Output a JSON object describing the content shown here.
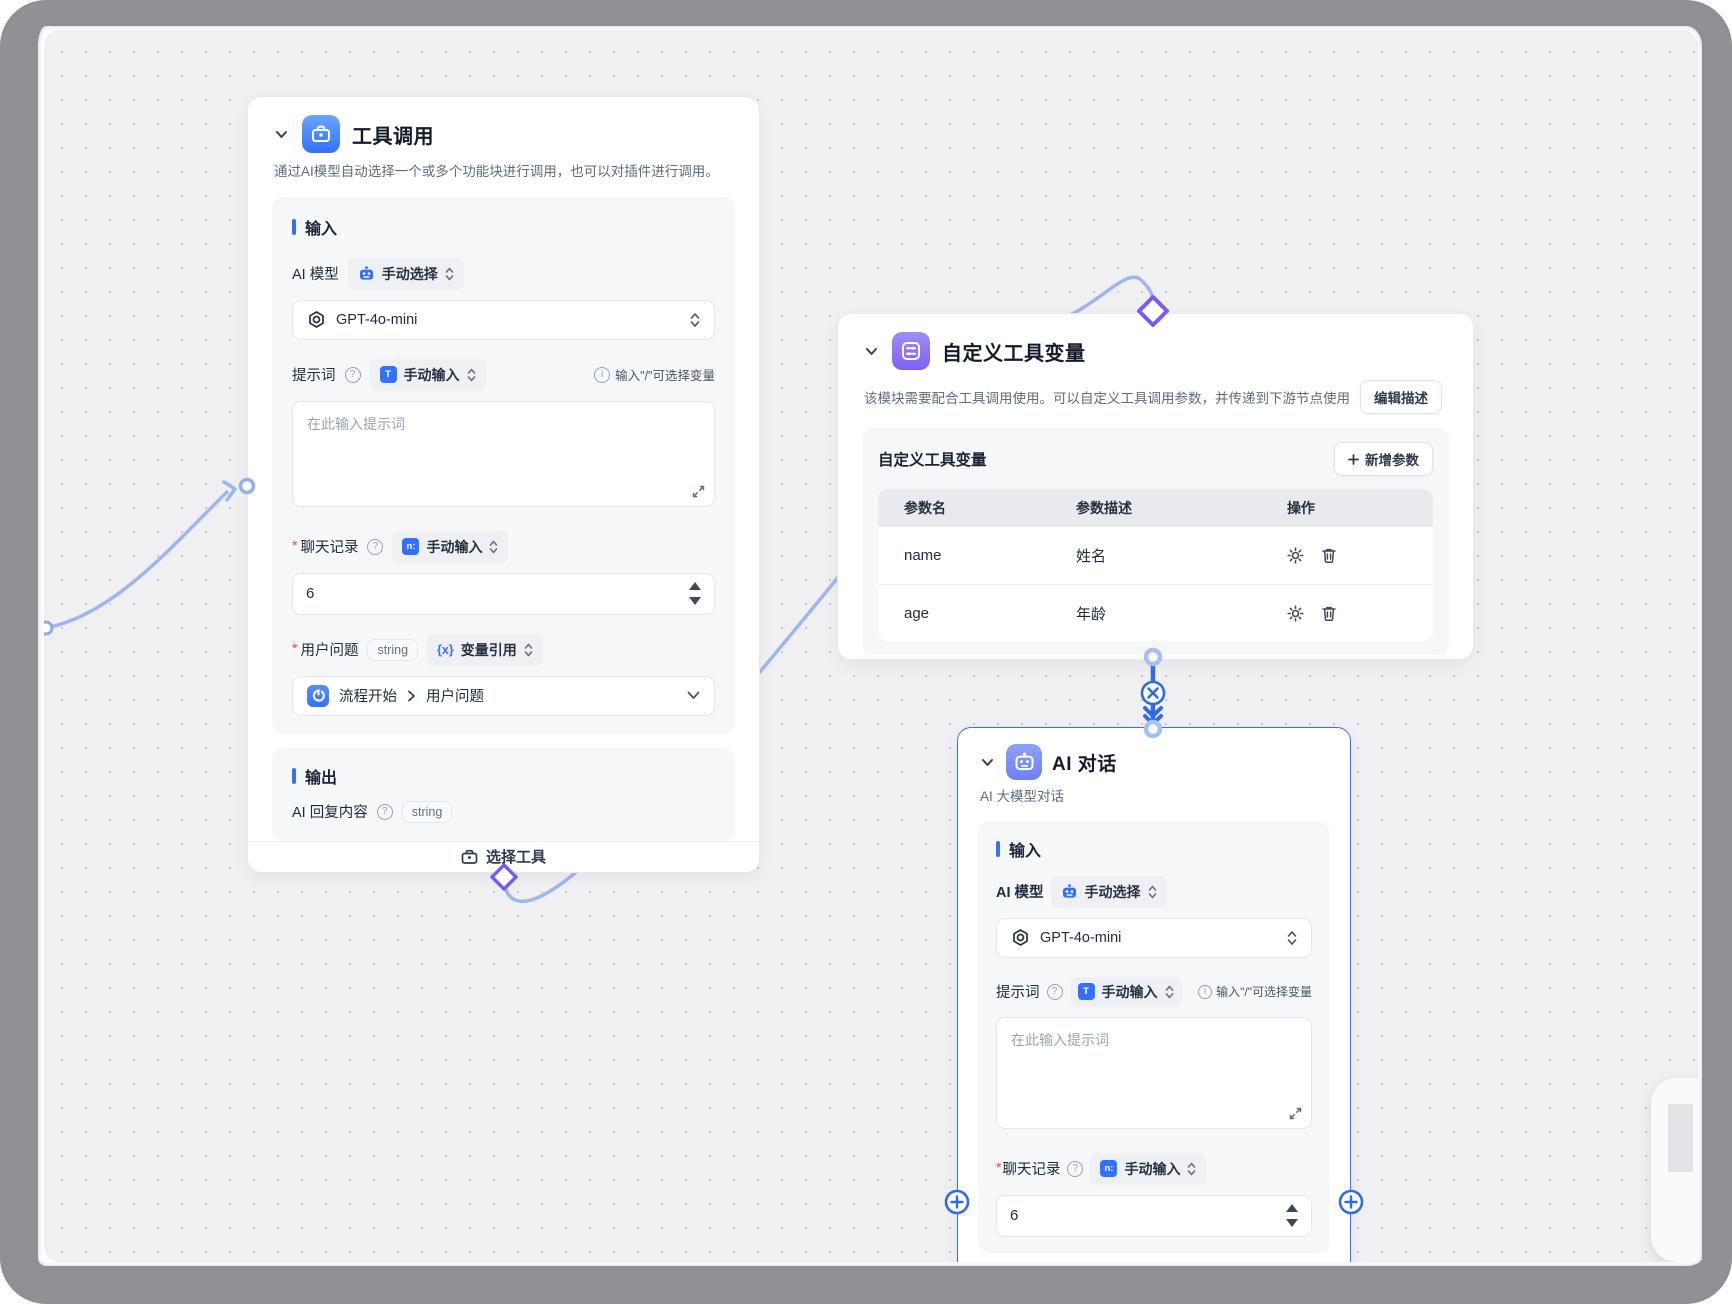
{
  "nodes": {
    "tool_call": {
      "title": "工具调用",
      "description": "通过AI模型自动选择一个或多个功能块进行调用，也可以对插件进行调用。",
      "sections": {
        "input": "输入",
        "output": "输出"
      },
      "model": {
        "label": "AI 模型",
        "mode": "手动选择",
        "value": "GPT-4o-mini"
      },
      "prompt": {
        "label": "提示词",
        "mode": "手动输入",
        "hint": "输入\"/\"可选择变量",
        "placeholder": "在此输入提示词"
      },
      "history": {
        "required_mark": "*",
        "label": "聊天记录",
        "mode": "手动输入",
        "value": "6"
      },
      "question": {
        "required_mark": "*",
        "label": "用户问题",
        "type": "string",
        "mode": "变量引用",
        "ref_source": "流程开始",
        "ref_field": "用户问题"
      },
      "output": {
        "label": "AI 回复内容",
        "type": "string"
      },
      "footer": "选择工具"
    },
    "custom_vars": {
      "title": "自定义工具变量",
      "description": "该模块需要配合工具调用使用。可以自定义工具调用参数，并传递到下游节点使用",
      "edit_button": "编辑描述",
      "panel_title": "自定义工具变量",
      "add_button": "新增参数",
      "table": {
        "col_name": "参数名",
        "col_desc": "参数描述",
        "col_ops": "操作",
        "rows": [
          {
            "name": "name",
            "desc": "姓名"
          },
          {
            "name": "age",
            "desc": "年龄"
          }
        ]
      }
    },
    "ai_chat": {
      "title": "AI 对话",
      "subtitle": "AI 大模型对话",
      "sections": {
        "input": "输入"
      },
      "model": {
        "label": "AI 模型",
        "mode": "手动选择",
        "value": "GPT-4o-mini"
      },
      "prompt": {
        "label": "提示词",
        "mode": "手动输入",
        "hint": "输入\"/\"可选择变量",
        "placeholder": "在此输入提示词"
      },
      "history": {
        "required_mark": "*",
        "label": "聊天记录",
        "mode": "手动输入",
        "value": "6"
      }
    }
  },
  "colors": {
    "accent": "#3370ff",
    "edge": "#9db7ee",
    "edge_active": "#2e6be6",
    "diamond": "#7a5af5",
    "canvas_bg": "#f0f0f2",
    "bezel": "#8f9094"
  }
}
